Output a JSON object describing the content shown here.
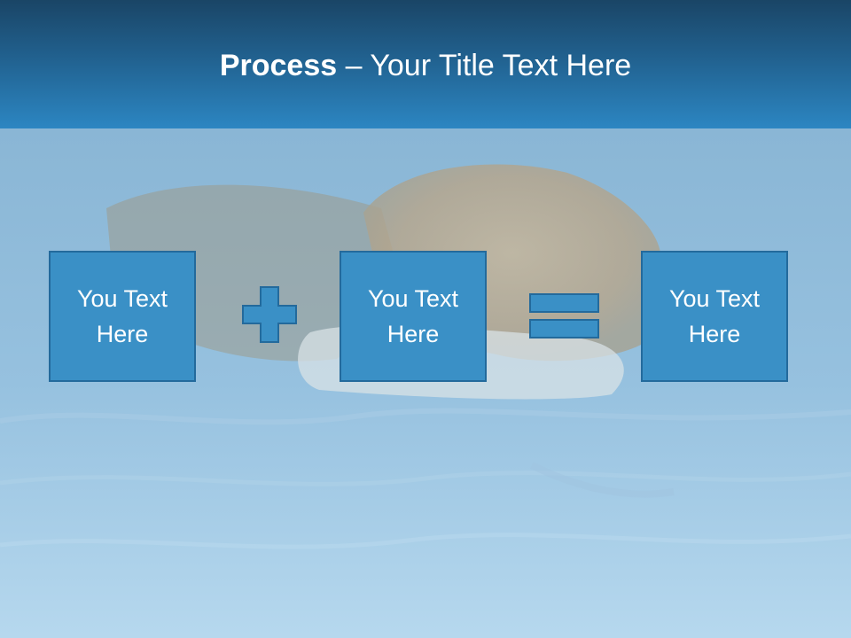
{
  "slide": {
    "title_bold": "Process",
    "title_rest": " – Your Title Text Here"
  },
  "process": {
    "boxes": [
      {
        "text": "You Text Here"
      },
      {
        "text": "You Text Here"
      },
      {
        "text": "You Text Here"
      }
    ],
    "operators": [
      "plus-icon",
      "equals-icon"
    ]
  },
  "colors": {
    "header_top": "#1a4566",
    "header_bottom": "#2c86c2",
    "box_fill": "#3a90c6",
    "box_border": "#236a9c",
    "text": "#ffffff"
  }
}
